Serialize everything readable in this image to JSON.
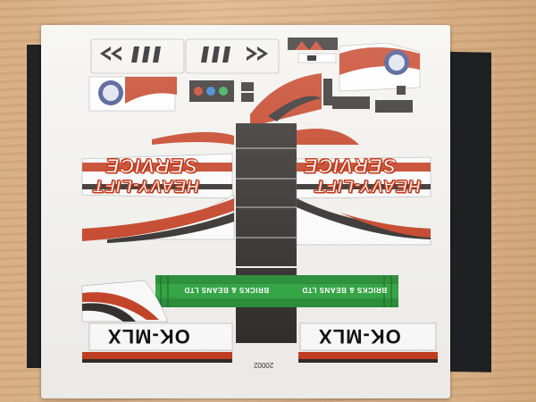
{
  "scene": {
    "kind": "photo",
    "colors": {
      "wood": "#d9b48c",
      "sheet": "#f4f3ef",
      "accent": "#c43a1c",
      "dark": "#2a2624",
      "green": "#1e8a2e"
    }
  },
  "stickers": {
    "heavy_lift_left": "HEAVY-LIFT",
    "service_left": "SERVICE",
    "heavy_lift_right": "HEAVY-LIFT",
    "service_right": "SERVICE",
    "registration_left": "OK-MLX",
    "registration_right": "OK-MLX",
    "green_label_left": "BRICKS & BEANS LTD",
    "green_label_right": "BRICKS & BEANS LTD",
    "sheet_number": "20002"
  }
}
